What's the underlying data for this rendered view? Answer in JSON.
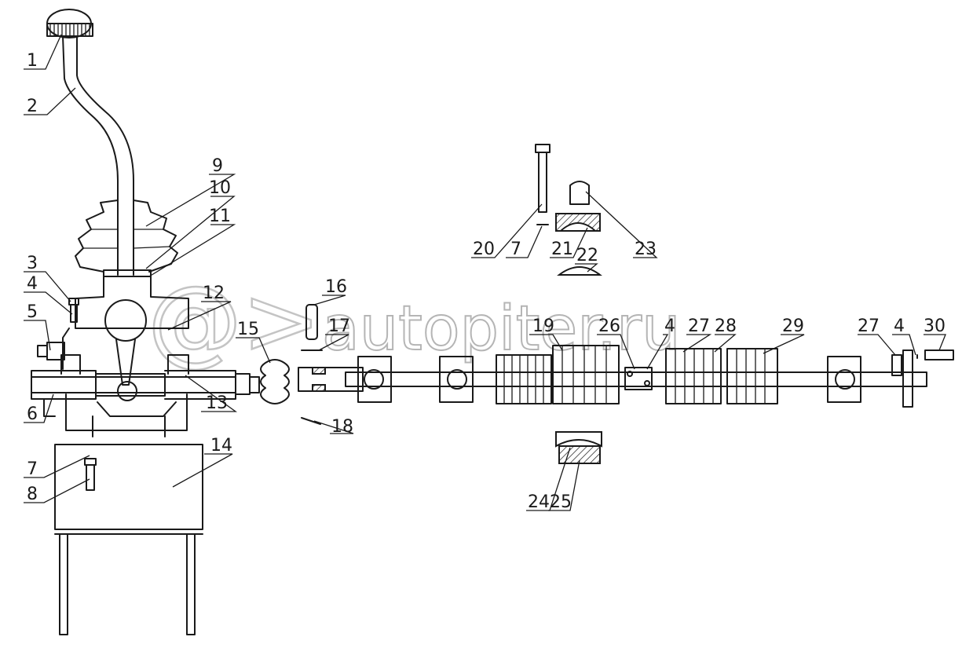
{
  "watermark": {
    "text": "autopiter.ru",
    "logo": "@>"
  },
  "callouts": [
    {
      "id": "c1",
      "label": "1"
    },
    {
      "id": "c2",
      "label": "2"
    },
    {
      "id": "c3",
      "label": "3"
    },
    {
      "id": "c4a",
      "label": "4"
    },
    {
      "id": "c5",
      "label": "5"
    },
    {
      "id": "c6",
      "label": "6"
    },
    {
      "id": "c7a",
      "label": "7"
    },
    {
      "id": "c8",
      "label": "8"
    },
    {
      "id": "c9",
      "label": "9"
    },
    {
      "id": "c10",
      "label": "10"
    },
    {
      "id": "c11",
      "label": "11"
    },
    {
      "id": "c12",
      "label": "12"
    },
    {
      "id": "c13",
      "label": "13"
    },
    {
      "id": "c14",
      "label": "14"
    },
    {
      "id": "c15",
      "label": "15"
    },
    {
      "id": "c16",
      "label": "16"
    },
    {
      "id": "c17",
      "label": "17"
    },
    {
      "id": "c18",
      "label": "18"
    },
    {
      "id": "c19",
      "label": "19"
    },
    {
      "id": "c20",
      "label": "20"
    },
    {
      "id": "c7b",
      "label": "7"
    },
    {
      "id": "c21",
      "label": "21"
    },
    {
      "id": "c22",
      "label": "22"
    },
    {
      "id": "c23",
      "label": "23"
    },
    {
      "id": "c24",
      "label": "24"
    },
    {
      "id": "c25",
      "label": "25"
    },
    {
      "id": "c26",
      "label": "26"
    },
    {
      "id": "c4b",
      "label": "4"
    },
    {
      "id": "c27a",
      "label": "27"
    },
    {
      "id": "c28",
      "label": "28"
    },
    {
      "id": "c29",
      "label": "29"
    },
    {
      "id": "c27b",
      "label": "27"
    },
    {
      "id": "c4c",
      "label": "4"
    },
    {
      "id": "c30",
      "label": "30"
    }
  ]
}
